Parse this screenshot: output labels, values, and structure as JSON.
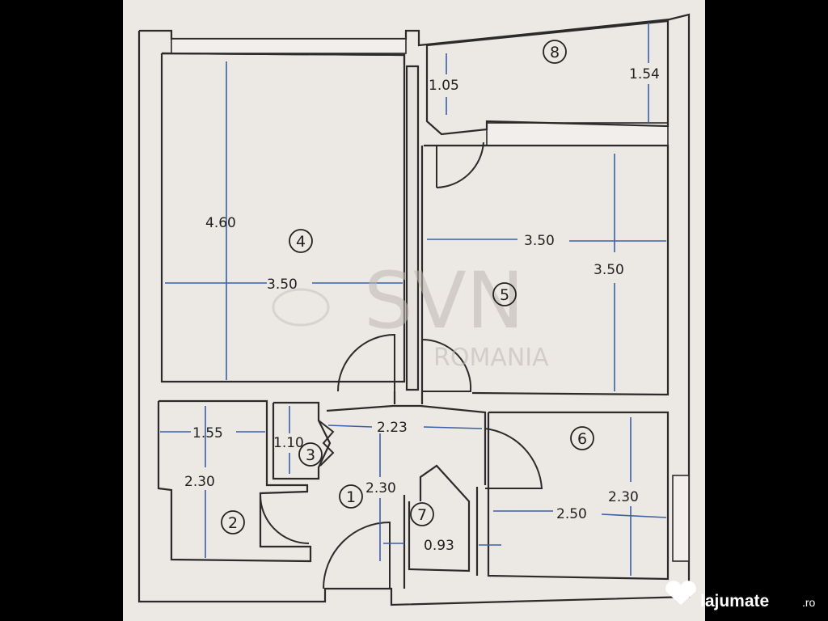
{
  "rooms": [
    {
      "id": "4",
      "number": "④"
    },
    {
      "id": "5",
      "number": "⑤"
    },
    {
      "id": "8",
      "number": "⑧"
    },
    {
      "id": "6",
      "number": "⑥"
    },
    {
      "id": "2",
      "number": "②"
    },
    {
      "id": "3",
      "number": "③"
    },
    {
      "id": "1",
      "number": "①"
    },
    {
      "id": "7",
      "number": "⑦"
    }
  ],
  "dimensions": {
    "room4_height": "4.60",
    "room4_width": "3.50",
    "room5_width": "3.50",
    "room5_height": "3.50",
    "room8_left": "1.05",
    "room8_right": "1.54",
    "room6_height": "2.30",
    "room6_width": "2.50",
    "room2_width": "1.55",
    "room2_height": "2.30",
    "room3_width": "1.10",
    "hall_width": "2.23",
    "hall_height": "2.30",
    "room7_width": "0.93"
  },
  "watermark": {
    "main": "SVN",
    "sub": "ROMANIA"
  },
  "brand": {
    "name": "lajumate",
    "suffix": ".ro",
    "icon": "heart-icon"
  },
  "colors": {
    "dimension_line": "#3a5fa8",
    "wall": "#2b2b2b",
    "paper": "#ece8e4"
  }
}
